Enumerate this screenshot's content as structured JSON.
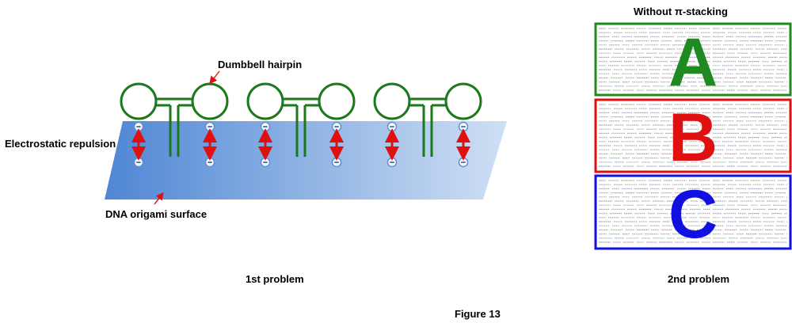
{
  "labels": {
    "dumbbell": "Dumbbell hairpin",
    "repulsion": "Electrostatic repulsion",
    "surface": "DNA origami surface",
    "first_problem": "1st problem",
    "second_problem": "2nd problem",
    "without_stacking": "Without π-stacking",
    "figure_title": "Figure 13"
  },
  "panels": [
    {
      "letter": "A",
      "color": "#1f8a1f"
    },
    {
      "letter": "B",
      "color": "#e01010"
    },
    {
      "letter": "C",
      "color": "#1010e0"
    }
  ],
  "colors": {
    "hairpin": "#1a7a1a",
    "arrow": "#e01010",
    "surface_dark": "#4f86d4",
    "surface_light": "#c8dcf2",
    "charge_fill": "#5f8fd0"
  },
  "charge_symbol": "−"
}
